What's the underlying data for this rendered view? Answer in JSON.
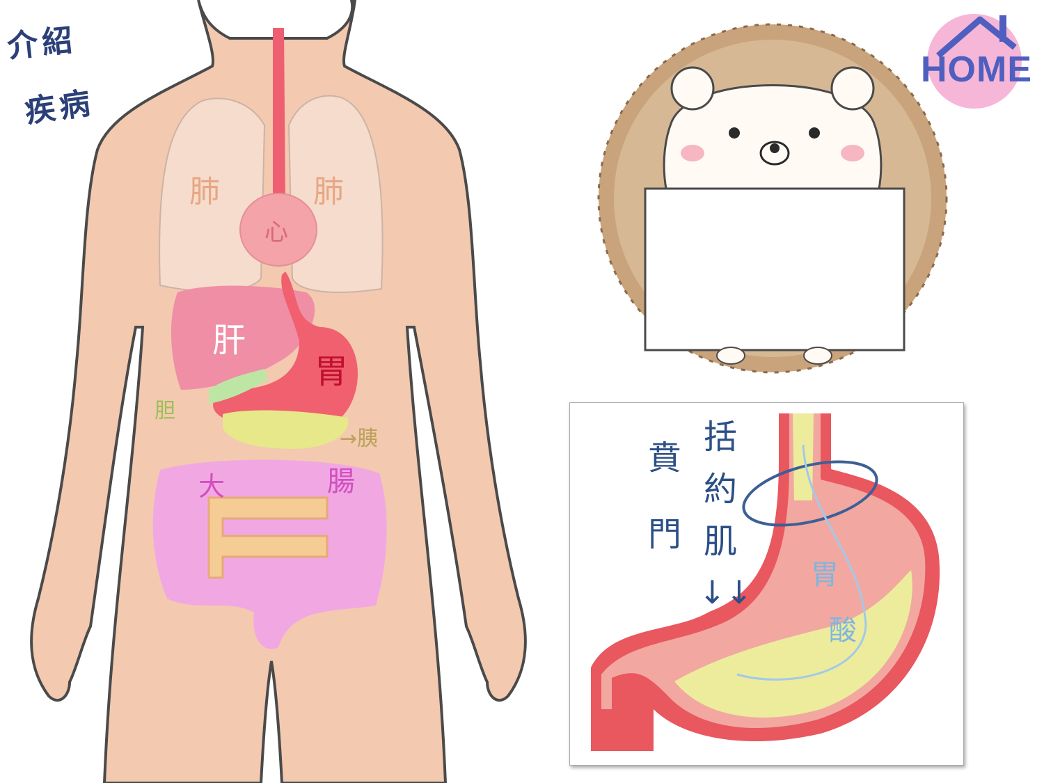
{
  "nav": {
    "intro_line1": "介紹",
    "intro_line2": "疾病",
    "home_label": "HOME"
  },
  "body_diagram": {
    "lung_left": "肺",
    "lung_right": "肺",
    "heart": "心",
    "liver": "肝",
    "stomach": "胃",
    "gallbladder": "胆",
    "pancreas": "→胰",
    "large_intestine_1": "大",
    "large_intestine_2": "腸"
  },
  "hedgehog_card": {
    "sign_text": ""
  },
  "stomach_diagram": {
    "cardia_1": "賁",
    "cardia_2": "門",
    "sphincter_1": "括",
    "sphincter_2": "約",
    "sphincter_3": "肌",
    "arrows": "↓↓",
    "acid_1": "胃",
    "acid_2": "酸"
  },
  "colors": {
    "skin": "#f3c9b0",
    "outline": "#4a4a4a",
    "lung": "#f6dccd",
    "heart": "#f4a3a8",
    "liver": "#ef8ea5",
    "stomach": "#f0606e",
    "intestine": "#f1a8e2",
    "hedgehog_spines": "#c9a37c",
    "text_blue": "#2b4f86",
    "home_circle": "#f5b6d8"
  }
}
